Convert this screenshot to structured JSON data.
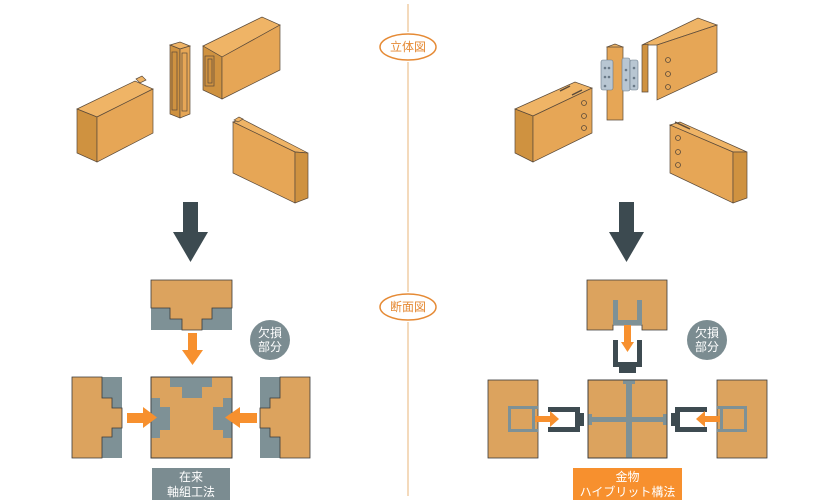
{
  "labels": {
    "perspective_view": "立体図",
    "section_view": "断面図"
  },
  "left": {
    "badge_line1": "欠損",
    "badge_line2": "部分",
    "caption_line1": "在来",
    "caption_line2": "軸組工法"
  },
  "right": {
    "badge_line1": "欠損",
    "badge_line2": "部分",
    "caption_line1": "金物",
    "caption_line2": "ハイブリット構法"
  },
  "colors": {
    "wood": "#e6a656",
    "loss_grey": "#7e9196",
    "accent_orange": "#f7902e",
    "metal_dark": "#3e4b51",
    "traditional_caption_bg": "#7b8c91",
    "hybrid_caption_bg": "#f7902e"
  }
}
